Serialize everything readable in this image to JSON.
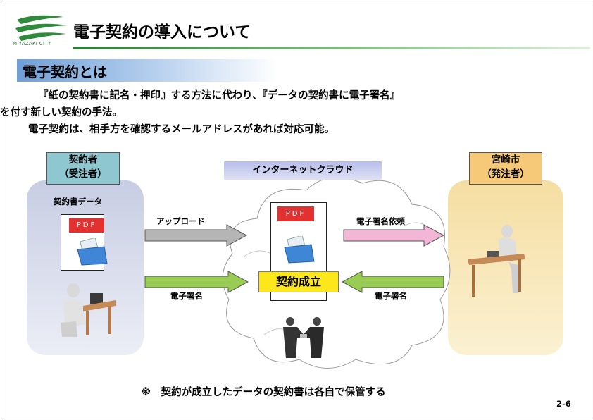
{
  "header": {
    "logo_text": "MIYAZAKI CITY",
    "title": "電子契約の導入について"
  },
  "section": {
    "title": "電子契約とは"
  },
  "intro": {
    "line1": "『紙の契約書に記名・押印』する方法に代わり、『データの契約書に電子署名』",
    "line2": "を付す新しい契約の手法。",
    "line3": "電子契約は、相手方を確認するメールアドレスがあれば対応可能。"
  },
  "diagram": {
    "contractor": {
      "line1": "契約者",
      "line2": "（受注者）",
      "doc_label": "契約書データ",
      "pdf": "PDF"
    },
    "city": {
      "line1": "宮崎市",
      "line2": "（発注者）"
    },
    "cloud": {
      "label": "インターネットクラウド",
      "pdf": "PDF",
      "badge": "契約成立"
    },
    "arrows": {
      "upload": "アップロード",
      "request": "電子署名依頼",
      "sign_left": "電子署名",
      "sign_right": "電子署名"
    }
  },
  "footer": {
    "note": "※　契約が成立したデータの契約書は各自で保管する",
    "page": "2-6"
  },
  "colors": {
    "left_panel": "#c7cde3",
    "right_panel": "#f5dea2",
    "left_tag": "#8fc7d0",
    "right_tag": "#f5c977",
    "pdf": "#e23131",
    "badge": "#fbe71a",
    "arrow_gray": "#b5b5b5",
    "arrow_pink": "#f3b6d6",
    "arrow_green": "#98cc53"
  }
}
